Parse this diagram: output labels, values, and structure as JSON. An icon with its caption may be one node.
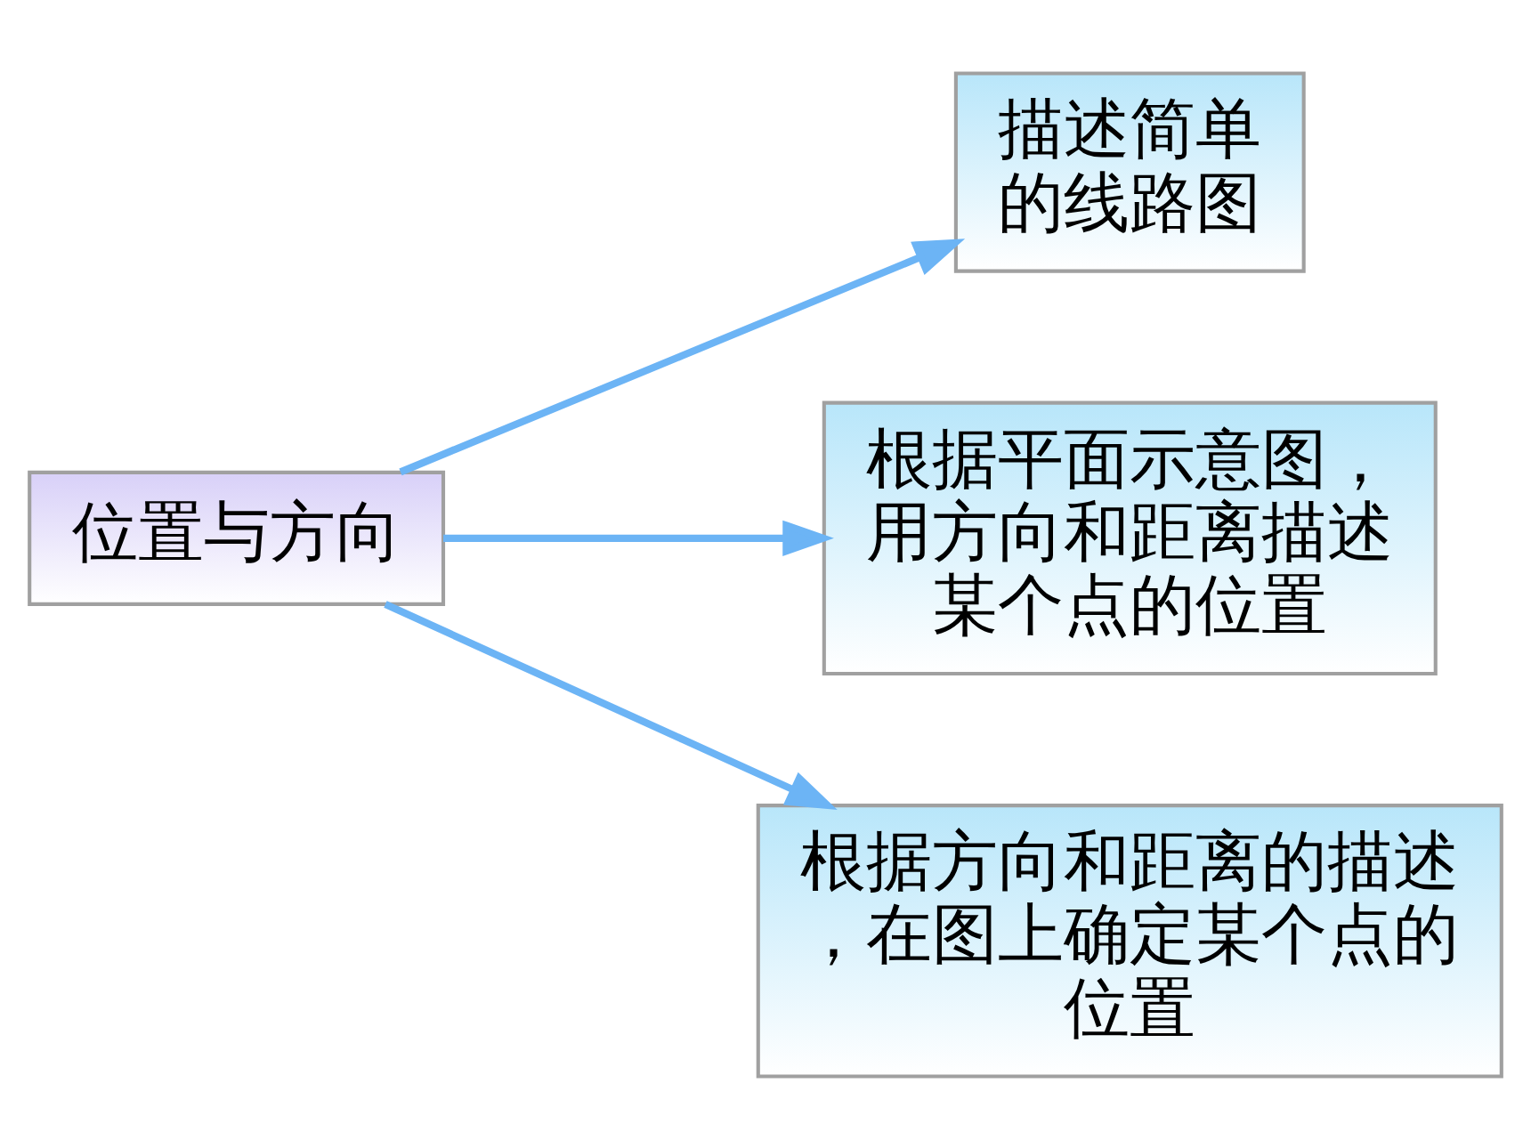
{
  "diagram": {
    "nodes": [
      {
        "text": [
          "描述简单的线路图"
        ]
      },
      {
        "text": [
          "根据平面示意图，用方向和距离描述某个点的位置"
        ]
      },
      {
        "text": [
          "位置与方向"
        ]
      },
      {
        "text": [
          "根据方向和距离的描述，在图上确定某个点的位置"
        ]
      }
    ],
    "edges": [
      {
        "from": 2,
        "to": 0,
        "arrow": "to"
      },
      {
        "from": 2,
        "to": 1,
        "arrow": "to"
      },
      {
        "from": 2,
        "to": 3,
        "arrow": "to"
      }
    ]
  }
}
